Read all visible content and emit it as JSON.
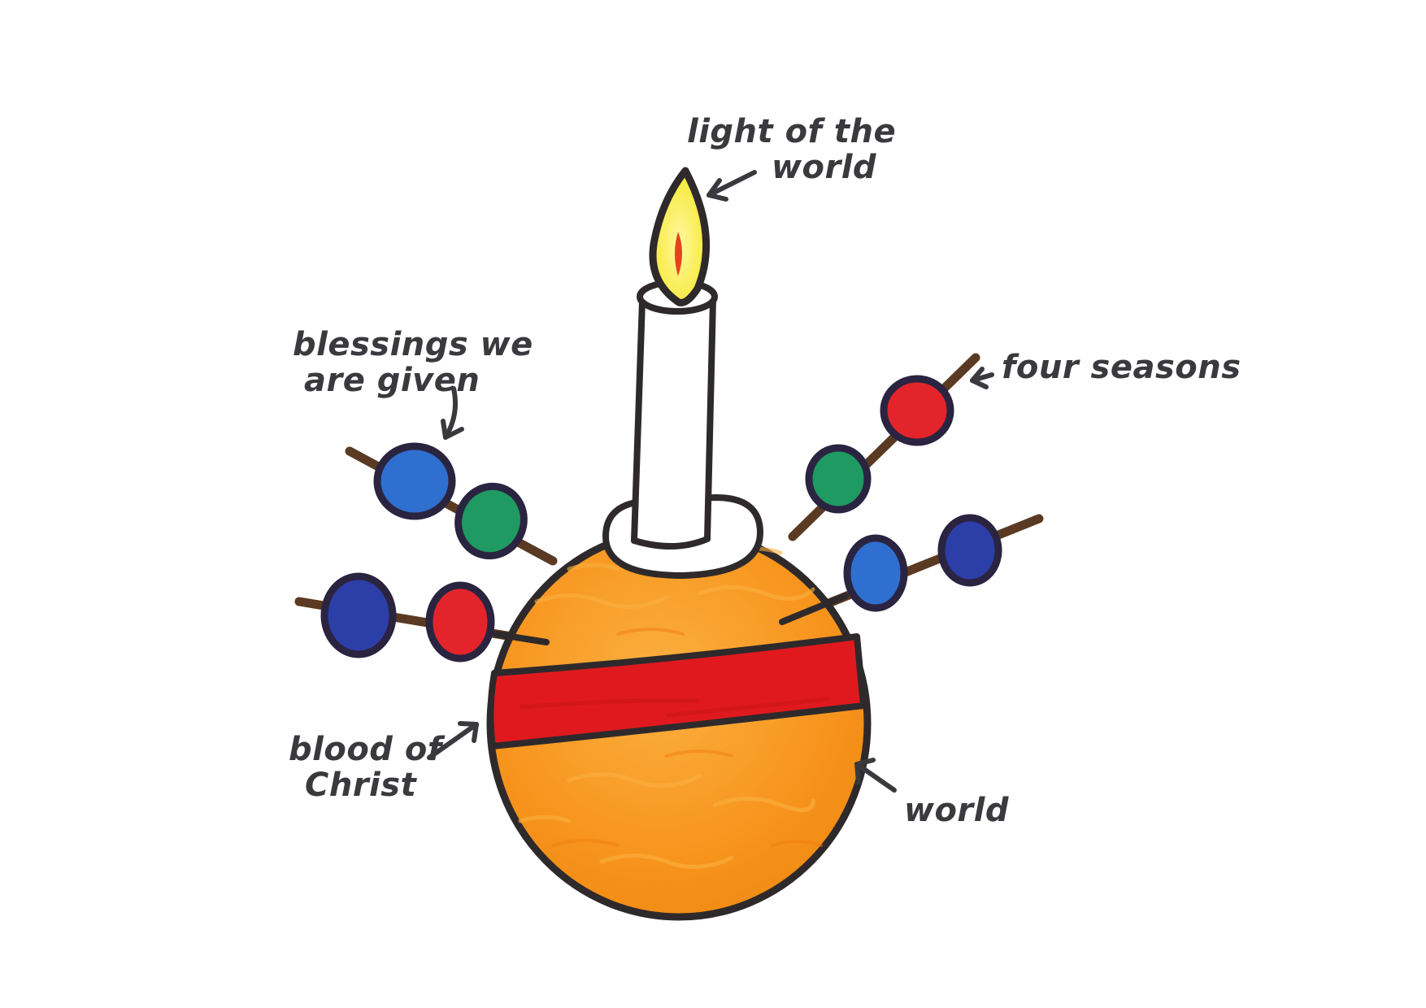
{
  "diagram": {
    "subject": "Christingle",
    "labels": {
      "light": {
        "line1": "light of the",
        "line2": "world"
      },
      "blessings": {
        "line1": "blessings we",
        "line2": "are given"
      },
      "seasons": {
        "line1": "four seasons"
      },
      "blood": {
        "line1": "blood of",
        "line2": "Christ"
      },
      "world": {
        "line1": "world"
      }
    },
    "parts": [
      {
        "name": "candle-flame",
        "meaning": "light of the world"
      },
      {
        "name": "sweets",
        "meaning": "blessings we are given"
      },
      {
        "name": "cocktail-sticks",
        "meaning": "four seasons"
      },
      {
        "name": "red-ribbon",
        "meaning": "blood of Christ"
      },
      {
        "name": "orange",
        "meaning": "world"
      }
    ],
    "colors": {
      "outline": "#2e2a2c",
      "text": "#3a3a3e",
      "orange": "#f7941d",
      "orange_light": "#fbb040",
      "ribbon": "#e0191e",
      "flame_yellow": "#f5e82a",
      "flame_core": "#e8421c",
      "candle": "#ffffff",
      "stick": "#5a3a22",
      "sweet_blue": "#2f6fd0",
      "sweet_darkblue": "#2c3ea8",
      "sweet_green": "#1f9a62",
      "sweet_red": "#e3242b"
    }
  }
}
